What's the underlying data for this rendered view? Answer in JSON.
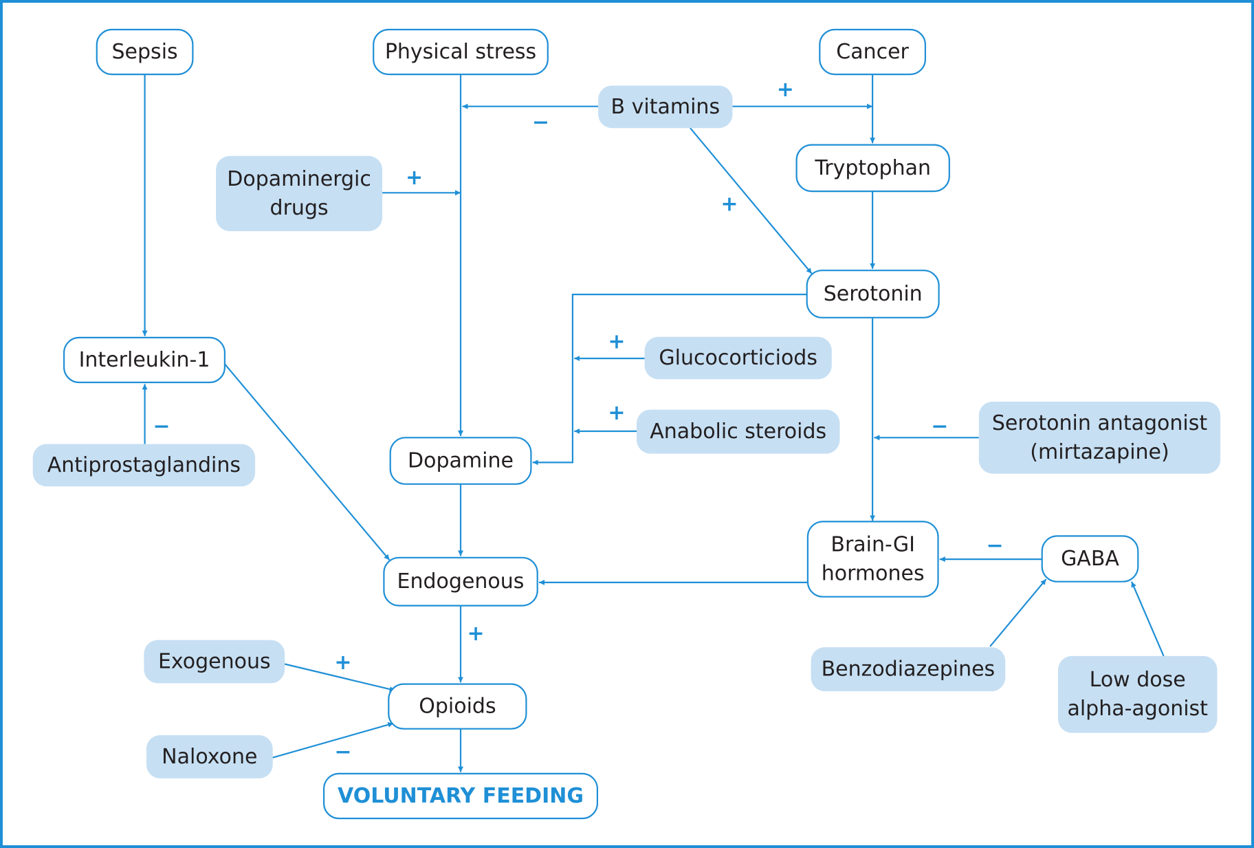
{
  "colors": {
    "accent": "#1f8fd6",
    "fill": "#c6dff3",
    "text": "#231f20"
  },
  "nodes": {
    "sepsis": {
      "lines": [
        "Sepsis"
      ],
      "style": "outline"
    },
    "physical_stress": {
      "lines": [
        "Physical stress"
      ],
      "style": "outline"
    },
    "cancer": {
      "lines": [
        "Cancer"
      ],
      "style": "outline"
    },
    "b_vitamins": {
      "lines": [
        "B vitamins"
      ],
      "style": "filled"
    },
    "tryptophan": {
      "lines": [
        "Tryptophan"
      ],
      "style": "outline"
    },
    "dopaminergic_drugs": {
      "lines": [
        "Dopaminergic",
        "drugs"
      ],
      "style": "filled"
    },
    "serotonin": {
      "lines": [
        "Serotonin"
      ],
      "style": "outline"
    },
    "interleukin_1": {
      "lines": [
        "Interleukin-1"
      ],
      "style": "outline"
    },
    "glucocorticoids": {
      "lines": [
        "Glucocorticiods"
      ],
      "style": "filled"
    },
    "anabolic_steroids": {
      "lines": [
        "Anabolic steroids"
      ],
      "style": "filled"
    },
    "serotonin_antagonist": {
      "lines": [
        "Serotonin antagonist",
        "(mirtazapine)"
      ],
      "style": "filled"
    },
    "antiprostaglandins": {
      "lines": [
        "Antiprostaglandins"
      ],
      "style": "filled"
    },
    "dopamine": {
      "lines": [
        "Dopamine"
      ],
      "style": "outline"
    },
    "brain_gi_hormones": {
      "lines": [
        "Brain-GI",
        "hormones"
      ],
      "style": "outline"
    },
    "gaba": {
      "lines": [
        "GABA"
      ],
      "style": "outline"
    },
    "endogenous": {
      "lines": [
        "Endogenous"
      ],
      "style": "outline"
    },
    "exogenous": {
      "lines": [
        "Exogenous"
      ],
      "style": "filled"
    },
    "benzodiazepines": {
      "lines": [
        "Benzodiazepines"
      ],
      "style": "filled"
    },
    "low_dose_alpha_agonist": {
      "lines": [
        "Low dose",
        "alpha-agonist"
      ],
      "style": "filled"
    },
    "opioids": {
      "lines": [
        "Opioids"
      ],
      "style": "outline"
    },
    "naloxone": {
      "lines": [
        "Naloxone"
      ],
      "style": "filled"
    },
    "voluntary_feeding": {
      "lines": [
        "VOLUNTARY FEEDING"
      ],
      "style": "outline-emph"
    }
  },
  "edges": [
    {
      "from": "sepsis",
      "to": "interleukin_1"
    },
    {
      "from": "antiprostaglandins",
      "to": "interleukin_1",
      "sign": "−"
    },
    {
      "from": "interleukin_1",
      "to": "endogenous"
    },
    {
      "from": "physical_stress",
      "to": "dopamine"
    },
    {
      "from": "b_vitamins",
      "to": "physical_stress",
      "sign": "−"
    },
    {
      "from": "b_vitamins",
      "to": "cancer",
      "sign": "+"
    },
    {
      "from": "b_vitamins",
      "to": "serotonin",
      "sign": "+"
    },
    {
      "from": "dopaminergic_drugs",
      "to": "physical_stress",
      "sign": "+"
    },
    {
      "from": "cancer",
      "to": "tryptophan"
    },
    {
      "from": "tryptophan",
      "to": "serotonin"
    },
    {
      "from": "serotonin",
      "to": "dopamine"
    },
    {
      "from": "glucocorticoids",
      "to": "serotonin",
      "sign": "+"
    },
    {
      "from": "anabolic_steroids",
      "to": "serotonin",
      "sign": "+"
    },
    {
      "from": "serotonin",
      "to": "brain_gi_hormones"
    },
    {
      "from": "serotonin_antagonist",
      "to": "serotonin",
      "sign": "−"
    },
    {
      "from": "gaba",
      "to": "brain_gi_hormones",
      "sign": "−"
    },
    {
      "from": "benzodiazepines",
      "to": "gaba"
    },
    {
      "from": "low_dose_alpha_agonist",
      "to": "gaba"
    },
    {
      "from": "brain_gi_hormones",
      "to": "endogenous"
    },
    {
      "from": "dopamine",
      "to": "endogenous"
    },
    {
      "from": "endogenous",
      "to": "opioids",
      "sign": "+"
    },
    {
      "from": "exogenous",
      "to": "opioids",
      "sign": "+"
    },
    {
      "from": "naloxone",
      "to": "opioids",
      "sign": "−"
    },
    {
      "from": "opioids",
      "to": "voluntary_feeding"
    }
  ]
}
